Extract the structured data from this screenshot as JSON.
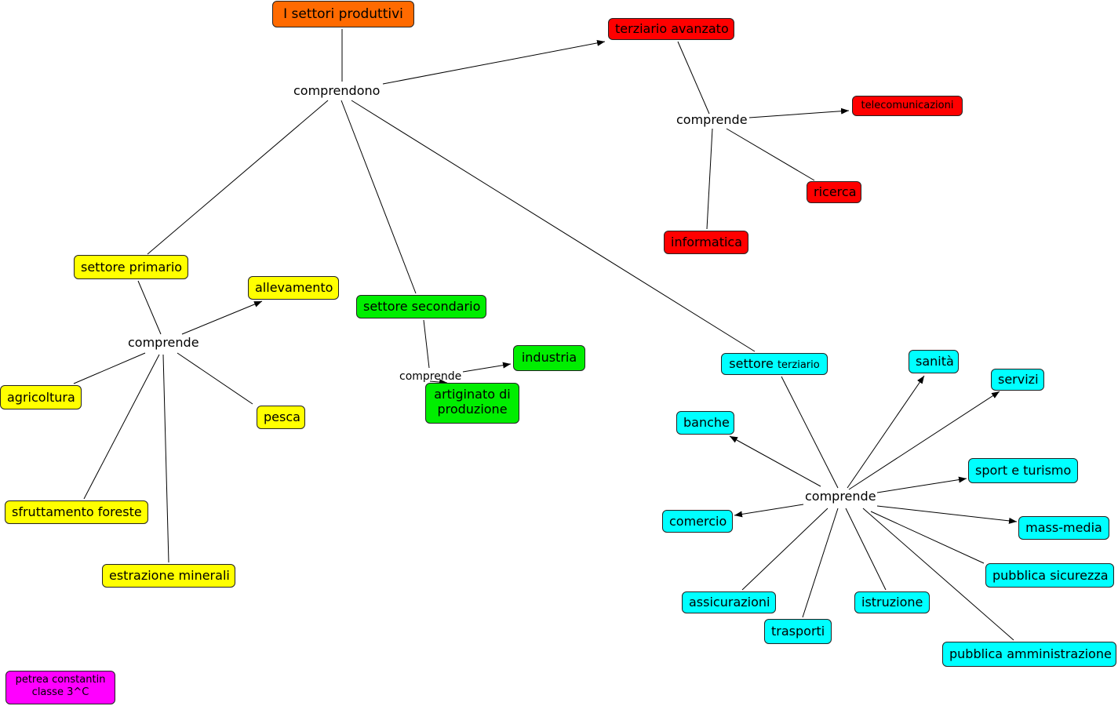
{
  "colors": {
    "root": "#ff6a00",
    "advanced_tertiary": "#ff0000",
    "primary": "#ffff00",
    "secondary": "#00ee00",
    "tertiary": "#00ffff",
    "author": "#ff00ff",
    "lines": "#000000"
  },
  "nodes": {
    "root": "I settori produttivi",
    "terziario_avanzato": "terziario avanzato",
    "telecomunicazioni": "telecomunicazioni",
    "ricerca": "ricerca",
    "informatica": "informatica",
    "settore_primario": "settore primario",
    "allevamento": "allevamento",
    "agricoltura": "agricoltura",
    "pesca": "pesca",
    "sfruttamento_foreste": "sfruttamento foreste",
    "estrazione_minerali": "estrazione minerali",
    "settore_secondario": "settore secondario",
    "industria": "industria",
    "artiginato": "artiginato di produzione",
    "settore_terziario_a": "settore ",
    "settore_terziario_b": "terziario",
    "sanita": "sanità",
    "servizi": "servizi",
    "banche": "banche",
    "sport_turismo": "sport e turismo",
    "comercio": "comercio",
    "mass_media": "mass-media",
    "pubblica_sicurezza": "pubblica sicurezza",
    "assicurazioni": "assicurazioni",
    "istruzione": "istruzione",
    "trasporti": "trasporti",
    "pubblica_amministrazione": "pubblica amministrazione",
    "author": "petrea constantin classe 3^C"
  },
  "link_labels": {
    "comprendono": "comprendono",
    "comprende_avanzato": "comprende",
    "comprende_primario": "comprende",
    "comprende_secondario": "comprende",
    "comprende_terziario": "comprende"
  },
  "edges": [
    {
      "from": "root",
      "to": "comprendono",
      "arrow": false
    },
    {
      "from": "comprendono",
      "to": "terziario_avanzato",
      "arrow": true
    },
    {
      "from": "comprendono",
      "to": "settore_primario",
      "arrow": false
    },
    {
      "from": "comprendono",
      "to": "settore_secondario",
      "arrow": false
    },
    {
      "from": "comprendono",
      "to": "settore_terziario",
      "arrow": false
    },
    {
      "from": "terziario_avanzato",
      "to": "comprende_avanzato",
      "arrow": false
    },
    {
      "from": "comprende_avanzato",
      "to": "telecomunicazioni",
      "arrow": true
    },
    {
      "from": "comprende_avanzato",
      "to": "ricerca",
      "arrow": false
    },
    {
      "from": "comprende_avanzato",
      "to": "informatica",
      "arrow": false
    },
    {
      "from": "settore_primario",
      "to": "comprende_primario",
      "arrow": false
    },
    {
      "from": "comprende_primario",
      "to": "allevamento",
      "arrow": true
    },
    {
      "from": "comprende_primario",
      "to": "agricoltura",
      "arrow": false
    },
    {
      "from": "comprende_primario",
      "to": "pesca",
      "arrow": false
    },
    {
      "from": "comprende_primario",
      "to": "sfruttamento_foreste",
      "arrow": false
    },
    {
      "from": "comprende_primario",
      "to": "estrazione_minerali",
      "arrow": false
    },
    {
      "from": "settore_secondario",
      "to": "comprende_secondario",
      "arrow": false
    },
    {
      "from": "comprende_secondario",
      "to": "industria",
      "arrow": true
    },
    {
      "from": "comprende_secondario",
      "to": "artiginato",
      "arrow": true
    },
    {
      "from": "settore_terziario",
      "to": "comprende_terziario",
      "arrow": false
    },
    {
      "from": "comprende_terziario",
      "to": "sanita",
      "arrow": true
    },
    {
      "from": "comprende_terziario",
      "to": "servizi",
      "arrow": true
    },
    {
      "from": "comprende_terziario",
      "to": "banche",
      "arrow": true
    },
    {
      "from": "comprende_terziario",
      "to": "sport_turismo",
      "arrow": true
    },
    {
      "from": "comprende_terziario",
      "to": "comercio",
      "arrow": true
    },
    {
      "from": "comprende_terziario",
      "to": "mass_media",
      "arrow": true
    },
    {
      "from": "comprende_terziario",
      "to": "pubblica_sicurezza",
      "arrow": false
    },
    {
      "from": "comprende_terziario",
      "to": "assicurazioni",
      "arrow": false
    },
    {
      "from": "comprende_terziario",
      "to": "istruzione",
      "arrow": false
    },
    {
      "from": "comprende_terziario",
      "to": "trasporti",
      "arrow": false
    },
    {
      "from": "comprende_terziario",
      "to": "pubblica_amministrazione",
      "arrow": false
    }
  ]
}
